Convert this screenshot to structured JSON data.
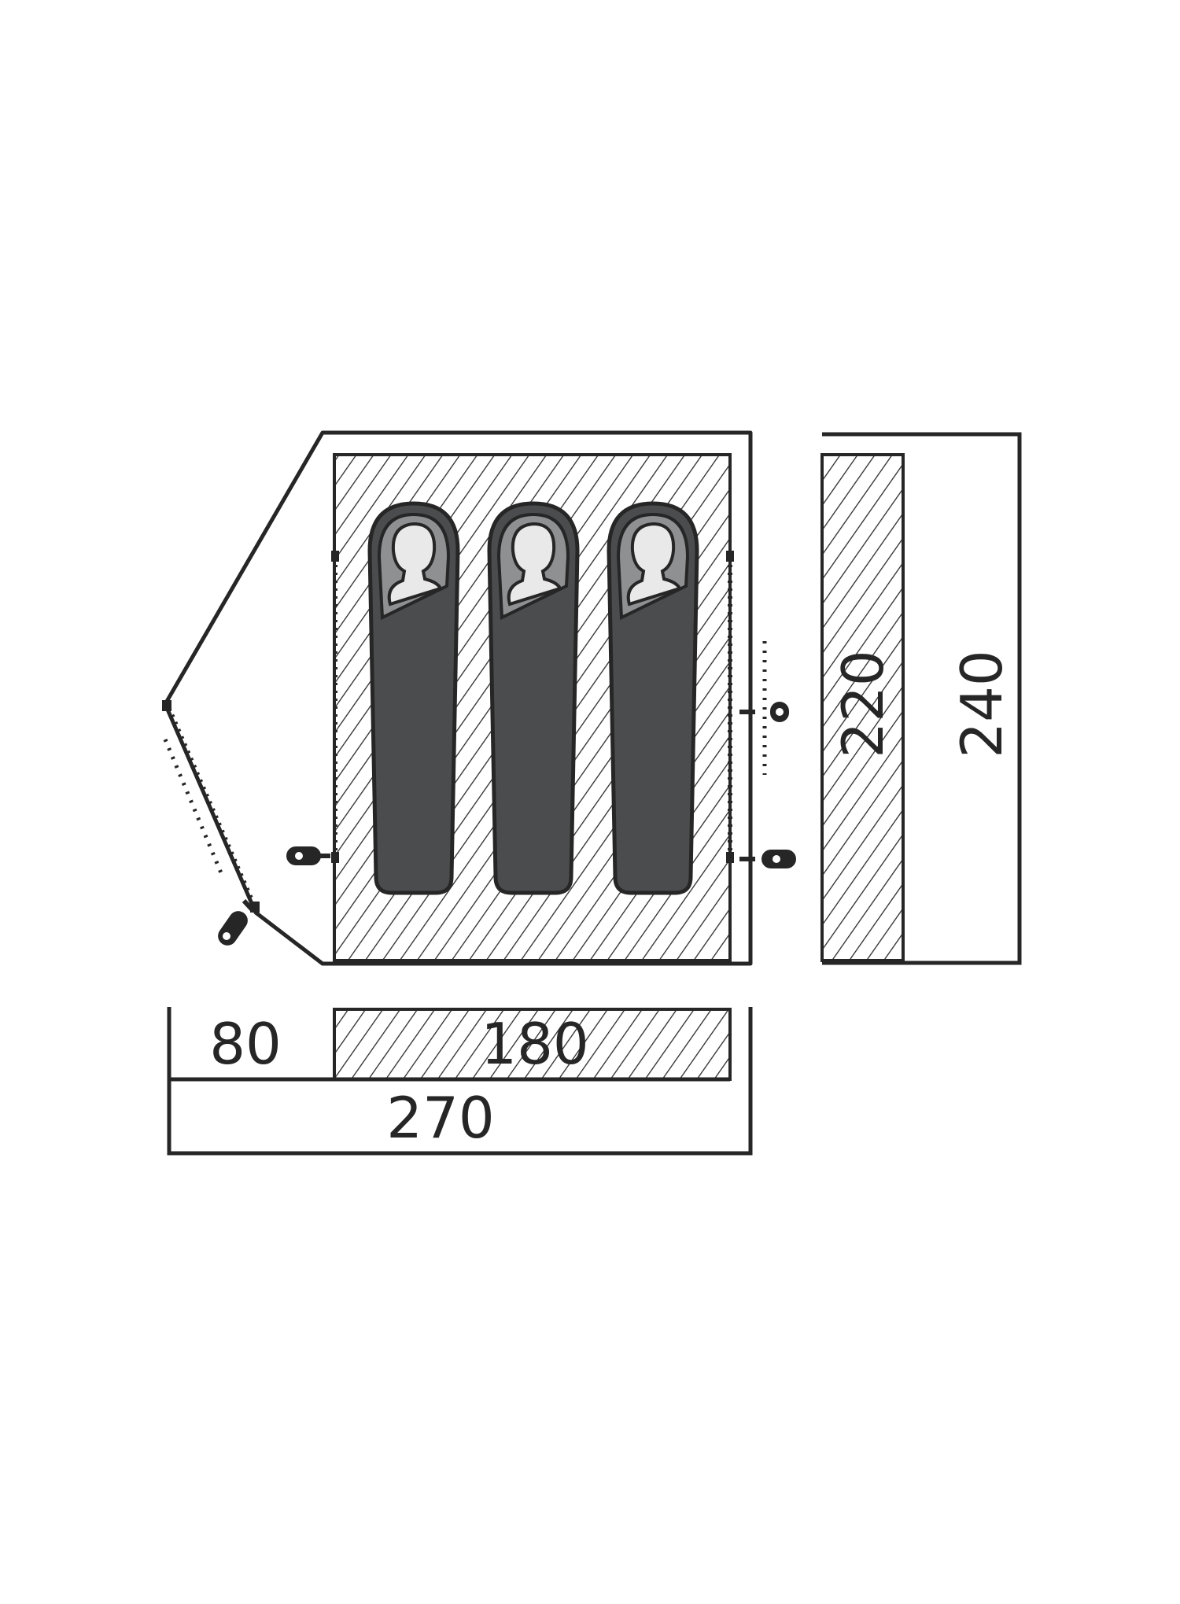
{
  "dimensions": {
    "vestibule_depth": "80",
    "inner_length": "180",
    "total_length": "270",
    "inner_width": "220",
    "total_width": "240"
  },
  "sleeping_bags_count": 3,
  "colors": {
    "line": "#262626",
    "bag_body": "#4a4c4d",
    "bag_hood": "#8e9092",
    "face": "#e9e9e9",
    "hatch": "#2a2a2a",
    "background": "#ffffff"
  }
}
